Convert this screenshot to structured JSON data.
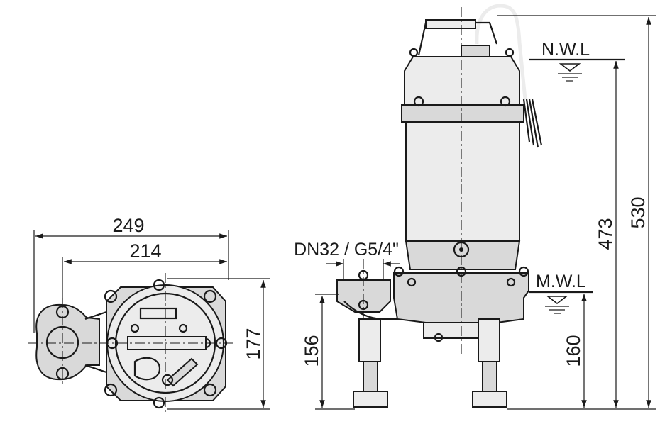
{
  "labels": {
    "nwl": "N.W.L",
    "mwl": "M.W.L",
    "pipe": "DN32 / G5/4\""
  },
  "dimensions": {
    "width_total": "249",
    "width_inner": "214",
    "depth": "177",
    "outlet_height": "156",
    "mwl_height": "160",
    "nwl_height": "473",
    "total_height": "530"
  },
  "colors": {
    "line": "#1a1a1a",
    "body_fill": "#d9d9d9",
    "light_fill": "#ececec"
  }
}
